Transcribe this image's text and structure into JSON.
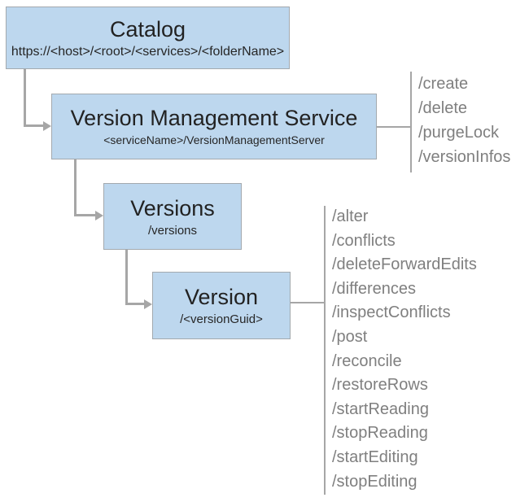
{
  "diagram": {
    "nodes": {
      "catalog": {
        "title": "Catalog",
        "subtitle": "https://<host>/<root>/<services>/<folderName>"
      },
      "service": {
        "title": "Version Management Service",
        "subtitle": "<serviceName>/VersionManagementServer"
      },
      "versions": {
        "title": "Versions",
        "subtitle": "/versions"
      },
      "version": {
        "title": "Version",
        "subtitle": "/<versionGuid>"
      }
    },
    "operations": {
      "service": [
        "/create",
        "/delete",
        "/purgeLock",
        "/versionInfos"
      ],
      "version": [
        "/alter",
        "/conflicts",
        "/deleteForwardEdits",
        "/differences",
        "/inspectConflicts",
        "/post",
        "/reconcile",
        "/restoreRows",
        "/startReading",
        "/stopReading",
        "/startEditing",
        "/stopEditing"
      ]
    },
    "colors": {
      "box_fill": "#BDD7EE",
      "box_border": "#A3A9AE",
      "connector": "#A6A6A6",
      "operation_text": "#7F7F7F",
      "title_text": "#222222"
    }
  }
}
